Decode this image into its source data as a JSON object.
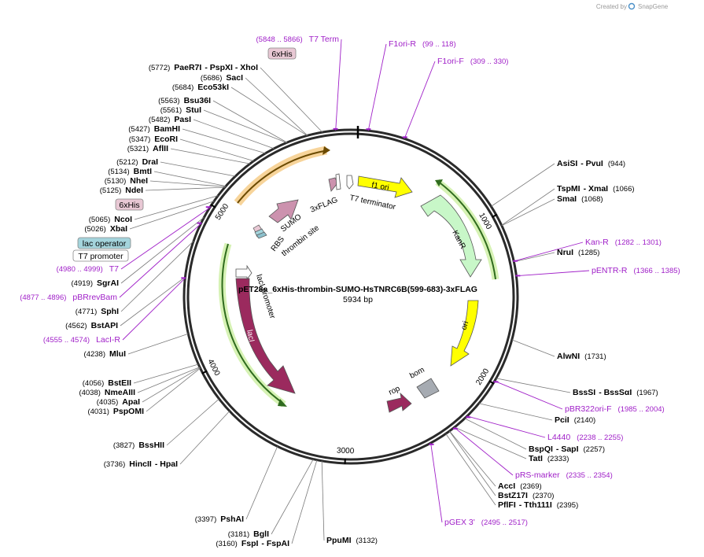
{
  "app": {
    "credit": "Created by",
    "brand": "SnapGene"
  },
  "plasmid": {
    "name": "pET28a_6xHis-thrombin-SUMO-HsTNRC6B(599-683)-3xFLAG",
    "size_label": "5934 bp",
    "length": 5934
  },
  "ticks": [
    "1000",
    "2000",
    "3000",
    "4000",
    "5000"
  ],
  "enzymes_right": [
    {
      "name": "AsiSI",
      "pair": "- PvuI",
      "pos": "(944)"
    },
    {
      "name": "TspMI",
      "pair": "- XmaI",
      "pos": "(1066)"
    },
    {
      "name": "SmaI",
      "pair": "",
      "pos": "(1068)"
    },
    {
      "name": "NruI",
      "pair": "",
      "pos": "(1285)"
    },
    {
      "name": "AlwNI",
      "pair": "",
      "pos": "(1731)"
    },
    {
      "name": "BssSI",
      "pair": "- BssSαI",
      "pos": "(1967)"
    },
    {
      "name": "PciI",
      "pair": "",
      "pos": "(2140)"
    },
    {
      "name": "BspQI",
      "pair": "- SapI",
      "pos": "(2257)"
    },
    {
      "name": "TatI",
      "pair": "",
      "pos": "(2333)"
    },
    {
      "name": "AccI",
      "pair": "",
      "pos": "(2369)"
    },
    {
      "name": "BstZ17I",
      "pair": "",
      "pos": "(2370)"
    },
    {
      "name": "PflFI",
      "pair": "- Tth111I",
      "pos": "(2395)"
    },
    {
      "name": "PpuMI",
      "pair": "",
      "pos": "(3132)"
    }
  ],
  "enzymes_left": [
    {
      "name": "PaeR7I",
      "pair": "- PspXI - XhoI",
      "pos": "(5772)"
    },
    {
      "name": "SacI",
      "pair": "",
      "pos": "(5686)"
    },
    {
      "name": "Eco53kI",
      "pair": "",
      "pos": "(5684)"
    },
    {
      "name": "Bsu36I",
      "pair": "",
      "pos": "(5563)"
    },
    {
      "name": "StuI",
      "pair": "",
      "pos": "(5561)"
    },
    {
      "name": "PasI",
      "pair": "",
      "pos": "(5482)"
    },
    {
      "name": "BamHI",
      "pair": "",
      "pos": "(5427)"
    },
    {
      "name": "EcoRI",
      "pair": "",
      "pos": "(5347)"
    },
    {
      "name": "AflII",
      "pair": "",
      "pos": "(5321)"
    },
    {
      "name": "DraI",
      "pair": "",
      "pos": "(5212)"
    },
    {
      "name": "BmtI",
      "pair": "",
      "pos": "(5134)"
    },
    {
      "name": "NheI",
      "pair": "",
      "pos": "(5130)"
    },
    {
      "name": "NdeI",
      "pair": "",
      "pos": "(5125)"
    },
    {
      "name": "NcoI",
      "pair": "",
      "pos": "(5065)"
    },
    {
      "name": "XbaI",
      "pair": "",
      "pos": "(5026)"
    },
    {
      "name": "SgrAI",
      "pair": "",
      "pos": "(4919)"
    },
    {
      "name": "SphI",
      "pair": "",
      "pos": "(4771)"
    },
    {
      "name": "BstAPI",
      "pair": "",
      "pos": "(4562)"
    },
    {
      "name": "MluI",
      "pair": "",
      "pos": "(4238)"
    },
    {
      "name": "BstEII",
      "pair": "",
      "pos": "(4056)"
    },
    {
      "name": "NmeAIII",
      "pair": "",
      "pos": "(4038)"
    },
    {
      "name": "ApaI",
      "pair": "",
      "pos": "(4035)"
    },
    {
      "name": "PspOMI",
      "pair": "",
      "pos": "(4031)"
    },
    {
      "name": "BssHII",
      "pair": "",
      "pos": "(3827)"
    },
    {
      "name": "HincII",
      "pair": "- HpaI",
      "pos": "(3736)"
    },
    {
      "name": "PshAI",
      "pair": "",
      "pos": "(3397)"
    },
    {
      "name": "BglI",
      "pair": "",
      "pos": "(3181)"
    },
    {
      "name": "FspI",
      "pair": "- FspAI",
      "pos": "(3160)"
    }
  ],
  "primers": [
    {
      "name": "T7 Term",
      "range": "(5848 .. 5866)"
    },
    {
      "name": "F1ori-R",
      "range": "(99 .. 118)"
    },
    {
      "name": "F1ori-F",
      "range": "(309 .. 330)"
    },
    {
      "name": "Kan-R",
      "range": "(1282 .. 1301)"
    },
    {
      "name": "pENTR-R",
      "range": "(1366 .. 1385)"
    },
    {
      "name": "pBR322ori-F",
      "range": "(1985 .. 2004)"
    },
    {
      "name": "L4440",
      "range": "(2238 .. 2255)"
    },
    {
      "name": "pRS-marker",
      "range": "(2335 .. 2354)"
    },
    {
      "name": "pGEX 3'",
      "range": "(2495 .. 2517)"
    },
    {
      "name": "T7",
      "range": "(4980 .. 4999)"
    },
    {
      "name": "pBRrevBam",
      "range": "(4877 .. 4896)"
    },
    {
      "name": "LacI-R",
      "range": "(4555 .. 4574)"
    }
  ],
  "features": {
    "his_top": "6xHis",
    "his_left": "6xHis",
    "lac_operator": "lac operator",
    "t7_promoter": "T7 promoter",
    "f1_ori": "f1 ori",
    "kanr": "KanR",
    "ori": "ori",
    "bom": "bom",
    "rop": "rop",
    "laci": "lacI",
    "lacI_promoter": "lacI promoter",
    "t7_terminator": "T7 terminator",
    "flag": "3xFLAG",
    "sumo": "SUMO",
    "thrombin": "thrombin site",
    "rbs": "RBS"
  },
  "colors": {
    "primer": "#a020c8",
    "f1ori": "#ffff00",
    "kanr": "#c8f7c8",
    "laci": "#9b2a5e",
    "sumo": "#cc92ae",
    "bom": "#a6abb2",
    "his_fill": "#e8c8d4",
    "lacop_fill": "#a4d4dc"
  }
}
